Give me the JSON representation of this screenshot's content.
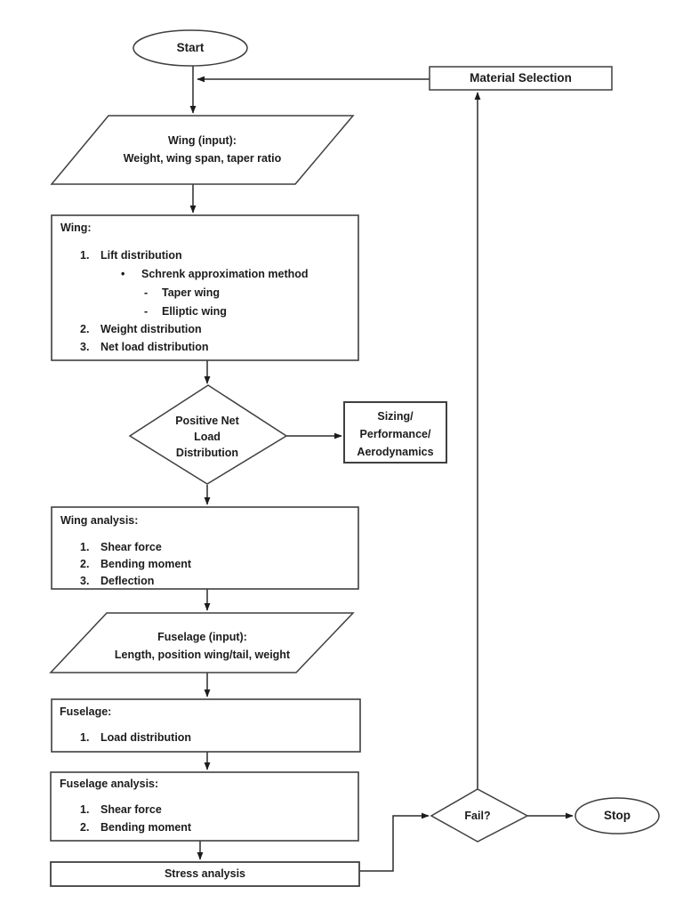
{
  "diagram": {
    "colors": {
      "line": "#2b2b2b",
      "border": "#3f3f3f",
      "text": "#1c1c1c",
      "background": "#ffffff"
    },
    "nodes": {
      "start": {
        "label": "Start"
      },
      "material_selection": {
        "label": "Material Selection"
      },
      "wing_input": {
        "title": "Wing (input):",
        "subtitle": "Weight, wing span, taper ratio"
      },
      "wing": {
        "title": "Wing:",
        "items": [
          {
            "marker": "1.",
            "text": "Lift distribution"
          },
          {
            "marker": "•",
            "text": "Schrenk approximation method"
          },
          {
            "marker": "-",
            "text": "Taper wing"
          },
          {
            "marker": "-",
            "text": "Elliptic wing"
          },
          {
            "marker": "2.",
            "text": "Weight distribution"
          },
          {
            "marker": "3.",
            "text": "Net load distribution"
          }
        ]
      },
      "positive_net_load": {
        "line1": "Positive Net",
        "line2": "Load",
        "line3": "Distribution"
      },
      "sizing": {
        "line1": "Sizing/",
        "line2": "Performance/",
        "line3": "Aerodynamics"
      },
      "wing_analysis": {
        "title": "Wing analysis:",
        "items": [
          {
            "marker": "1.",
            "text": "Shear force"
          },
          {
            "marker": "2.",
            "text": "Bending moment"
          },
          {
            "marker": "3.",
            "text": "Deflection"
          }
        ]
      },
      "fuselage_input": {
        "title": "Fuselage (input):",
        "subtitle": "Length, position wing/tail, weight"
      },
      "fuselage": {
        "title": "Fuselage:",
        "items": [
          {
            "marker": "1.",
            "text": "Load distribution"
          }
        ]
      },
      "fuselage_analysis": {
        "title": "Fuselage analysis:",
        "items": [
          {
            "marker": "1.",
            "text": "Shear force"
          },
          {
            "marker": "2.",
            "text": "Bending moment"
          }
        ]
      },
      "stress_analysis": {
        "label": "Stress analysis"
      },
      "fail": {
        "label": "Fail?"
      },
      "stop": {
        "label": "Stop"
      }
    }
  }
}
